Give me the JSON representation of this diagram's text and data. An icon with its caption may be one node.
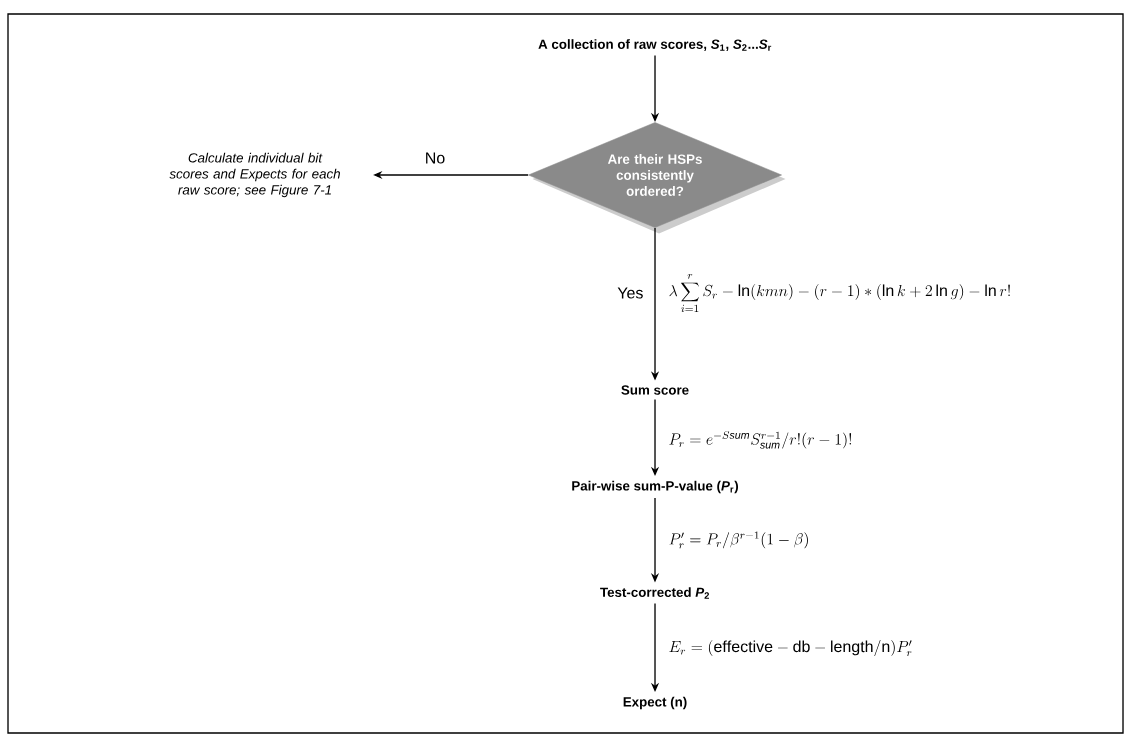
{
  "diagram": {
    "nodes": [
      {
        "text": [
          "A collection of raw scores, *S*$_{1}$, *S*$_{2}$...*S*$_{r}$"
        ]
      },
      {
        "text": [
          "Are their HSPs consistently ordered?"
        ]
      },
      {
        "text": [
          "Calculate individual bit scores and Expects for each raw score; see Figure 7-1"
        ]
      },
      {
        "text": [
          "Sum score"
        ]
      },
      {
        "text": [
          "Pair-wise sum-P-value (*P*$_{r}$)"
        ]
      },
      {
        "text": [
          "Test-corrected *P*$_{2}$"
        ]
      },
      {
        "text": [
          "Expect (n)"
        ]
      }
    ],
    "edges": [
      {
        "from": 0,
        "to": 1,
        "arrow": "to"
      },
      {
        "from": 1,
        "to": 2,
        "arrow": "to",
        "label": "No"
      },
      {
        "from": 1,
        "to": 3,
        "arrow": "to",
        "label": "Yes"
      },
      {
        "from": 3,
        "to": 4,
        "arrow": "to",
        "label": "P_r = e^{-S\\mathit{sum}} S_{\\mathit{sum}}^{r-1}/r!(r-1)!"
      },
      {
        "from": 4,
        "to": 5,
        "arrow": "to",
        "label": "P_r' = P_r/\\beta^{r-1}(1-\\beta)"
      },
      {
        "from": 5,
        "to": 6,
        "arrow": "to",
        "label": "E_r = (\\mathrm{effective}-\\mathrm{db}-\\mathrm{length}/\\mathrm{n})P_r'"
      }
    ],
    "labels": [
      "\\lambda\\sum_{i=1}^{r} S_r - \\ln(kmn) - (r-1)*(\\ln k + 2\\ln g) - \\ln r!"
    ]
  }
}
